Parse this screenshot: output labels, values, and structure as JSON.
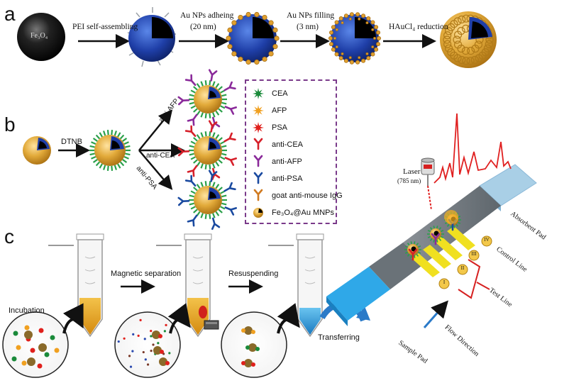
{
  "panels": {
    "a": "a",
    "b": "b",
    "c": "c"
  },
  "panel_a": {
    "core_label": "Fe₃O₄",
    "step1": "PEI self-assembling",
    "step2_line1": "Au NPs adheing",
    "step2_line2": "(20 nm)",
    "step3_line1": "Au NPs filling",
    "step3_line2": "(3 nm)",
    "step4": "HAuCl₄ reduction"
  },
  "panel_b": {
    "dtnb": "DTNB",
    "anti_afp": "anti-AFP",
    "anti_cea": "anti-CEA",
    "anti_psa": "anti-PSA"
  },
  "legend": {
    "items": [
      {
        "label": "CEA",
        "icon": "green-star-icon",
        "color": "#1a8a3a"
      },
      {
        "label": "AFP",
        "icon": "orange-star-icon",
        "color": "#f0a020"
      },
      {
        "label": "PSA",
        "icon": "red-star-icon",
        "color": "#e0201c"
      },
      {
        "label": "anti-CEA",
        "icon": "red-antibody-icon",
        "color": "#d6202a"
      },
      {
        "label": "anti-AFP",
        "icon": "purple-antibody-icon",
        "color": "#8a2a9a"
      },
      {
        "label": "anti-PSA",
        "icon": "blue-antibody-icon",
        "color": "#1a4aa0"
      },
      {
        "label": "goat anti-mouse IgG",
        "icon": "orange-antibody-icon",
        "color": "#d07a20"
      },
      {
        "label": "Fe₃O₄@Au MNPs",
        "icon": "nanoparticle-icon",
        "color": "#d49a30"
      }
    ]
  },
  "panel_c": {
    "incubation": "Incubation",
    "magnetic_separation": "Magnetic separation",
    "resuspending": "Resuspending",
    "transferring": "Transferring",
    "laser": "Laser",
    "laser_wavelength": "(785 nm)",
    "absorbent_pad": "Absorbent Pad",
    "control_line": "Control Line",
    "test_line": "Test Line",
    "flow_direction": "Flow Direction",
    "sample_pad": "Sample Pad",
    "line_numerals": [
      "IV",
      "III",
      "II",
      "I"
    ]
  },
  "colors": {
    "gold": "#d49a30",
    "blue_shell": "#1f3fa8",
    "tube_yellow": "#e8a81a",
    "tube_blue": "#3aa6e0",
    "strip_blue": "#2fa8e8",
    "strip_pad": "#a9cfe6",
    "bracket_red": "#d62020",
    "spectrum_red": "#e02020"
  }
}
